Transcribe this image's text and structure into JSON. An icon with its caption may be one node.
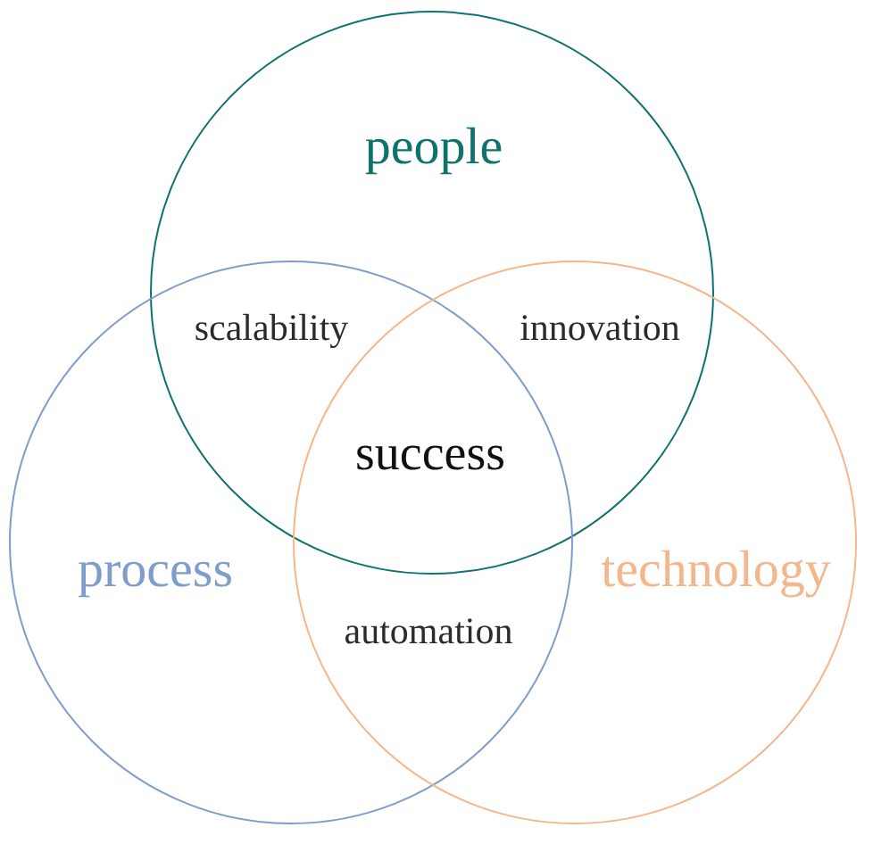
{
  "diagram": {
    "nodes": [
      {
        "text": [
          "people"
        ]
      },
      {
        "text": [
          "process"
        ]
      },
      {
        "text": [
          "technology"
        ]
      }
    ],
    "labels": [
      "scalability",
      "innovation",
      "success",
      "automation"
    ]
  }
}
